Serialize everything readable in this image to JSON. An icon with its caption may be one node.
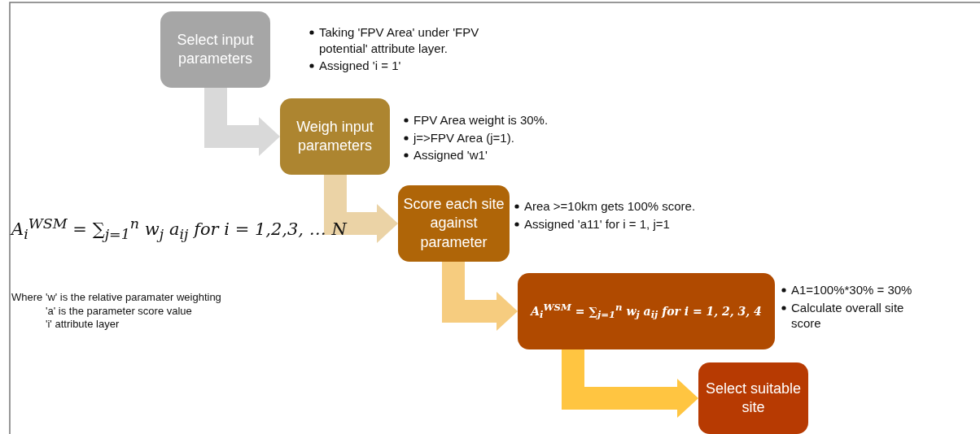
{
  "diagram": {
    "nodes": [
      {
        "text": [
          "Select input parameters"
        ],
        "beside": [
          "Taking 'FPV Area' under 'FPV potential' attribute layer.",
          "Assigned 'i = 1'"
        ]
      },
      {
        "text": [
          "Weigh input parameters"
        ],
        "beside": [
          "FPV Area weight is 30%.",
          "j=>FPV Area (j=1).",
          "Assigned 'w1'"
        ]
      },
      {
        "text": [
          "Score each site against parameter"
        ],
        "beside": [
          "Area >=10km gets 100% score.",
          "Assigned 'a11' for i = 1, j=1"
        ]
      },
      {
        "text": [
          "A$_{i}$$^{WSM}$ = ∑$_{j=1}$$^{n}$ w$_{j}$ a$_{ij}$ for i = 1, 2, 3, 4"
        ],
        "beside": [
          "A1=100%*30% = 30%",
          "Calculate overall site score"
        ]
      },
      {
        "text": [
          "Select suitable site"
        ]
      }
    ],
    "edges": [
      {
        "from": 0,
        "to": 1,
        "arrow": "to",
        "color": "#d9d9d9"
      },
      {
        "from": 1,
        "to": 2,
        "arrow": "to",
        "color": "#ebd3a6"
      },
      {
        "from": 2,
        "to": 3,
        "arrow": "to",
        "color": "#f6cc7f"
      },
      {
        "from": 3,
        "to": 4,
        "arrow": "to",
        "color": "#ffc541"
      }
    ],
    "labels": [
      "A$_{i}$$^{WSM}$ = ∑$_{j=1}$$^{n}$ w$_{j}$ a$_{ij}$ for i = 1,2,3, … N",
      "Where 'w' is the relative paramater weighting",
      "'a' is the parameter score value",
      "'i' attribute layer"
    ]
  }
}
